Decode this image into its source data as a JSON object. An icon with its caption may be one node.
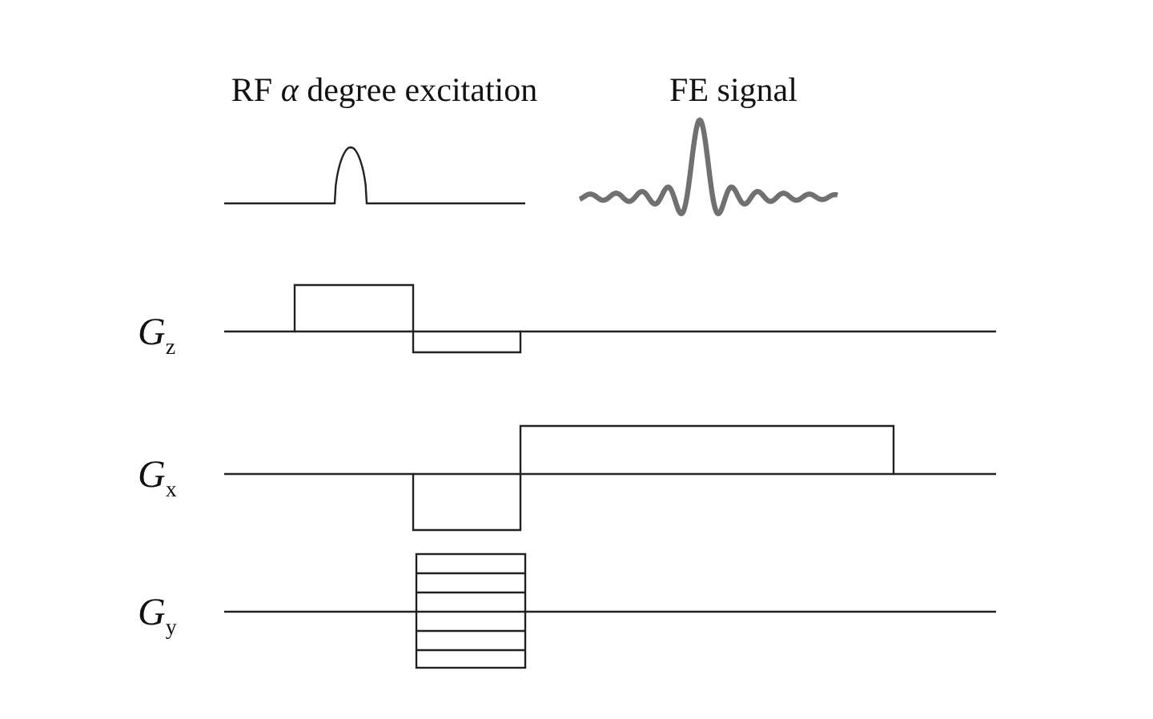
{
  "diagram": {
    "labels": [
      "RF *α* degree excitation",
      "FE signal",
      "*G*$_{z}$",
      "*G*$_{x}$",
      "*G*$_{y}$"
    ]
  }
}
